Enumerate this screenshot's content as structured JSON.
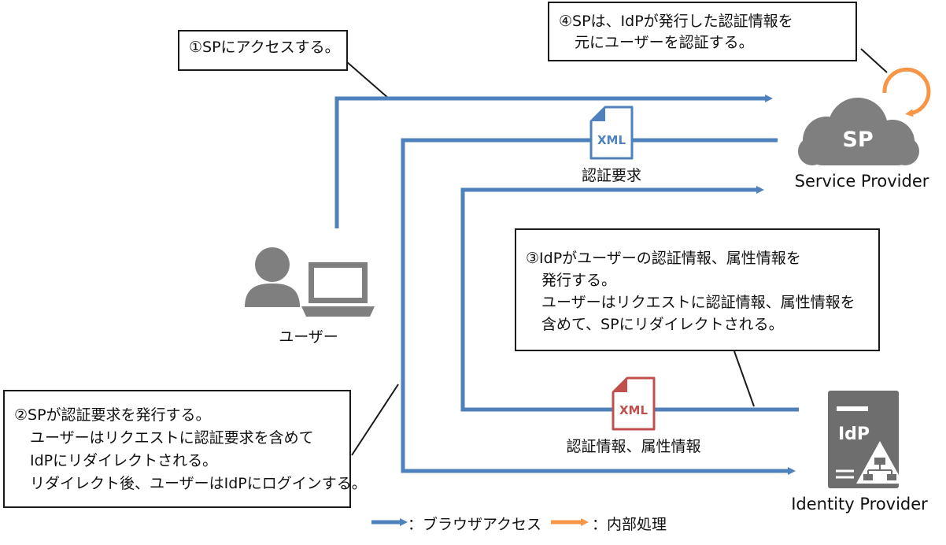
{
  "steps": {
    "step1": [
      "①SPにアクセスする。"
    ],
    "step2": [
      "②SPが認証要求を発行する。",
      "ユーザーはリクエストに認証要求を含めて",
      "IdPにリダイレクトされる。",
      "リダイレクト後、ユーザーはIdPにログインする。"
    ],
    "step3": [
      "③IdPがユーザーの認証情報、属性情報を",
      "発行する。",
      "ユーザーはリクエストに認証情報、属性情報を",
      "含めて、SPにリダイレクトされる。"
    ],
    "step4": [
      "④SPは、IdPが発行した認証情報を",
      "元にユーザーを認証する。"
    ]
  },
  "nodes": {
    "user_label": "ユーザー",
    "sp_cloud_text": "SP",
    "sp_label": "Service Provider",
    "idp_badge": "IdP",
    "idp_label": "Identity Provider"
  },
  "documents": {
    "request_icon_text": "XML",
    "request_label": "認証要求",
    "response_icon_text": "XML",
    "response_label": "認証情報、属性情報"
  },
  "legend": {
    "browser_access": "：ブラウザアクセス",
    "internal_process": "：内部処理"
  },
  "colors": {
    "flow_blue": "#4f81bd",
    "process_orange": "#f79646",
    "icon_gray": "#7f7f7f",
    "idp_gray": "#6e6e6e",
    "response_doc": "#c0504d"
  }
}
